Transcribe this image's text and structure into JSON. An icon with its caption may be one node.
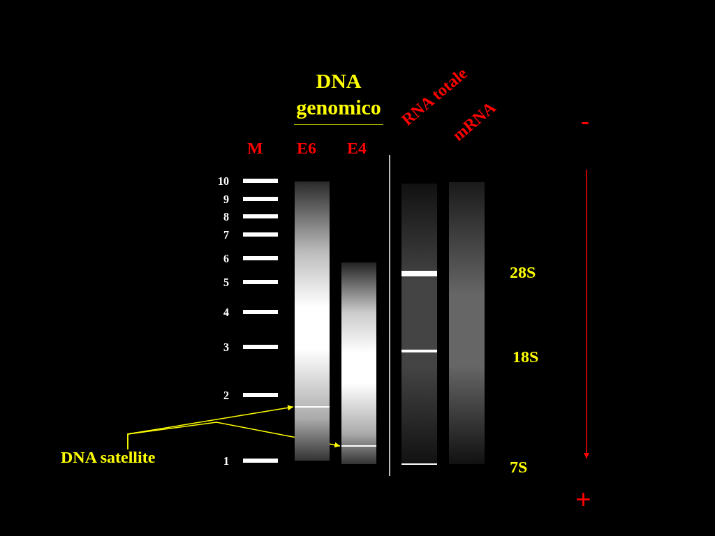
{
  "diagram": {
    "nodes": [
      {
        "text": [
          "DNA satellite"
        ]
      },
      {
        "text": [],
        "shape": "bar"
      },
      {
        "text": [],
        "shape": "bar"
      }
    ],
    "edges": [
      {
        "from": 0,
        "to": 1,
        "arrow": "to"
      },
      {
        "from": 0,
        "to": 2,
        "arrow": "to"
      }
    ],
    "labels": [
      "DNA genomico",
      "-",
      "M",
      "E6",
      "E4",
      "RNA totale",
      "mRNA",
      "10",
      "9",
      "8",
      "7",
      "6",
      "5",
      "4",
      "3",
      "2",
      "28S",
      "18S",
      "1",
      "7S",
      "+"
    ]
  }
}
